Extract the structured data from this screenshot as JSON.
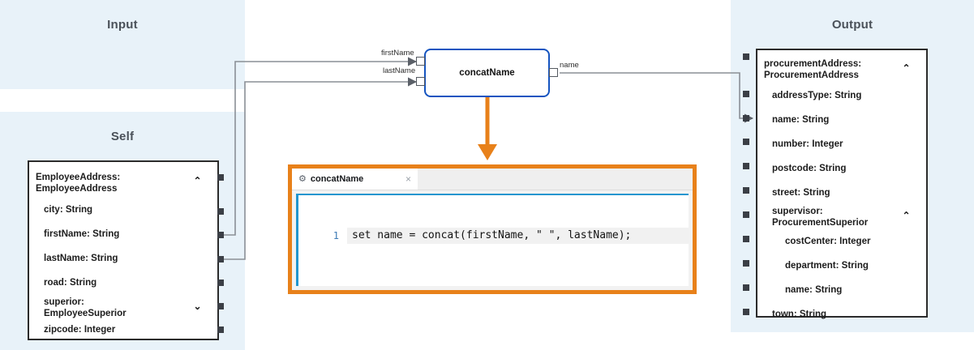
{
  "lanes": {
    "input": {
      "title": "Input"
    },
    "self": {
      "title": "Self"
    },
    "output": {
      "title": "Output"
    }
  },
  "self_structure": {
    "root": {
      "label": "EmployeeAddress:\nEmployeeAddress",
      "chevron": "expanded",
      "chevron_glyph": "⌃"
    },
    "fields": [
      {
        "label": "city: String",
        "level": 1,
        "chevron": null
      },
      {
        "label": "firstName: String",
        "level": 1,
        "chevron": null
      },
      {
        "label": "lastName: String",
        "level": 1,
        "chevron": null
      },
      {
        "label": "road: String",
        "level": 1,
        "chevron": null
      },
      {
        "label": "superior:\nEmployeeSuperior",
        "level": 1,
        "chevron": "collapsed",
        "chevron_glyph": "⌄"
      },
      {
        "label": "zipcode: Integer",
        "level": 1,
        "chevron": null
      }
    ]
  },
  "output_structure": {
    "root": {
      "label": "procurementAddress:\nProcurementAddress",
      "chevron": "expanded",
      "chevron_glyph": "⌃"
    },
    "fields": [
      {
        "label": "addressType: String",
        "level": 1,
        "chevron": null
      },
      {
        "label": "name: String",
        "level": 1,
        "chevron": null
      },
      {
        "label": "number: Integer",
        "level": 1,
        "chevron": null
      },
      {
        "label": "postcode: String",
        "level": 1,
        "chevron": null
      },
      {
        "label": "street: String",
        "level": 1,
        "chevron": null
      },
      {
        "label": "supervisor:\nProcurementSuperior",
        "level": 1,
        "chevron": "expanded",
        "chevron_glyph": "⌃"
      },
      {
        "label": "costCenter: Integer",
        "level": 2,
        "chevron": null
      },
      {
        "label": "department: String",
        "level": 2,
        "chevron": null
      },
      {
        "label": "name: String",
        "level": 2,
        "chevron": null
      },
      {
        "label": "town: String",
        "level": 1,
        "chevron": null
      }
    ]
  },
  "function_node": {
    "title": "concatName",
    "inputs": [
      {
        "label": "firstName"
      },
      {
        "label": "lastName"
      }
    ],
    "outputs": [
      {
        "label": "name"
      }
    ]
  },
  "editor": {
    "tab_label": "concatName",
    "gear_glyph": "⚙",
    "close_glyph": "×",
    "line_number": "1",
    "code": "set name = concat(firstName, \" \", lastName);"
  },
  "colors": {
    "lane_background": "#e8f2f9",
    "node_border": "#1554c0",
    "editor_highlight": "#e8811a",
    "editor_focus": "#2196cf",
    "wire": "#8a8f96",
    "port": "#3b3f46",
    "text": "#1c1c1c"
  }
}
